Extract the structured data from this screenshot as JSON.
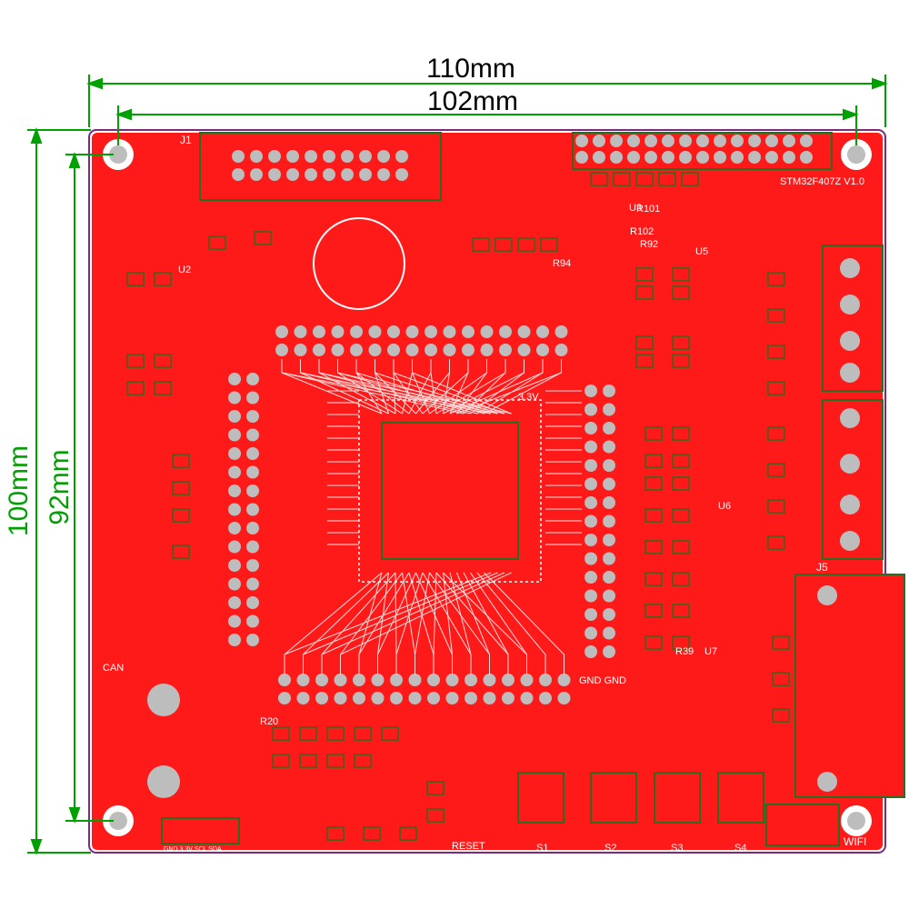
{
  "dimensions": {
    "outer_width": "110mm",
    "inner_width": "102mm",
    "outer_height": "100mm",
    "inner_height": "92mm"
  },
  "silkscreen": {
    "board_name": "STM32F407Z V1.0",
    "wifi": "WIFI",
    "reset": "RESET",
    "can": "CAN",
    "j1": "J1",
    "j5": "J5",
    "s1": "S1",
    "s2": "S2",
    "s3": "S3",
    "s4": "S4",
    "gnd_pins": "GND 3.3V SCL SDA",
    "vbat": "3.3V",
    "r20": "R20",
    "r39": "R39",
    "r102": "R102",
    "r92": "R92",
    "r94": "R94",
    "r101": "R101",
    "u2": "U2",
    "u3": "U3",
    "u5": "U5",
    "u6": "U6",
    "u7": "U7",
    "gnd_label": "GND GND"
  },
  "colors": {
    "copper": "#ff1a1a",
    "silk": "#2f6b1f",
    "dimension": "#00a000",
    "board_edge": "#7b2a80",
    "hole": "#bdbdbd"
  }
}
